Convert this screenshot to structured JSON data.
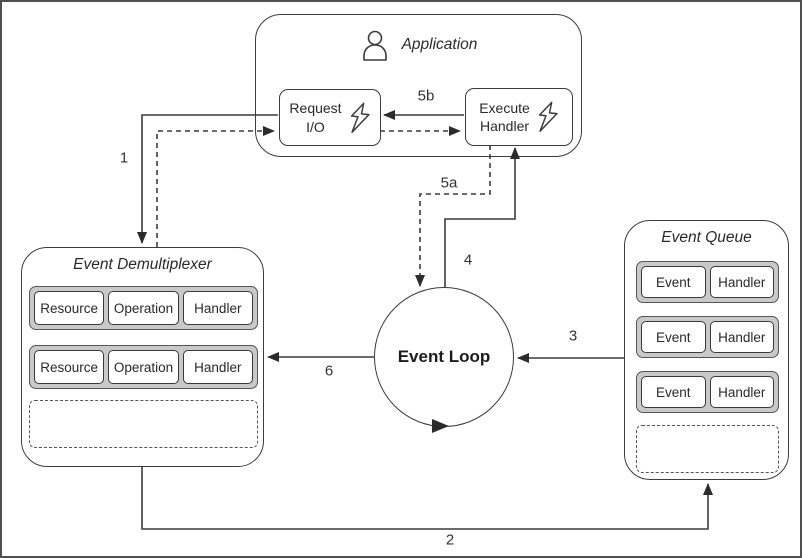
{
  "application": {
    "title": "Application",
    "request_io": {
      "line1": "Request",
      "line2": "I/O"
    },
    "execute_handler": {
      "line1": "Execute",
      "line2": "Handler"
    }
  },
  "event_demultiplexer": {
    "title": "Event Demultiplexer",
    "rows": [
      [
        "Resource",
        "Operation",
        "Handler"
      ],
      [
        "Resource",
        "Operation",
        "Handler"
      ]
    ]
  },
  "event_queue": {
    "title": "Event Queue",
    "rows": [
      [
        "Event",
        "Handler"
      ],
      [
        "Event",
        "Handler"
      ],
      [
        "Event",
        "Handler"
      ]
    ]
  },
  "event_loop": {
    "label": "Event Loop"
  },
  "arrow_labels": {
    "n1": "1",
    "n2": "2",
    "n3": "3",
    "n4": "4",
    "n5a": "5a",
    "n5b": "5b",
    "n6": "6"
  },
  "icons": {
    "application": "person-icon",
    "request_io": "lightning-icon",
    "execute_handler": "lightning-icon"
  },
  "colors": {
    "stroke": "#3c3c3c",
    "row_fill": "#c9c9c9",
    "row_border": "#565656",
    "frame": "#4f4f4f"
  }
}
